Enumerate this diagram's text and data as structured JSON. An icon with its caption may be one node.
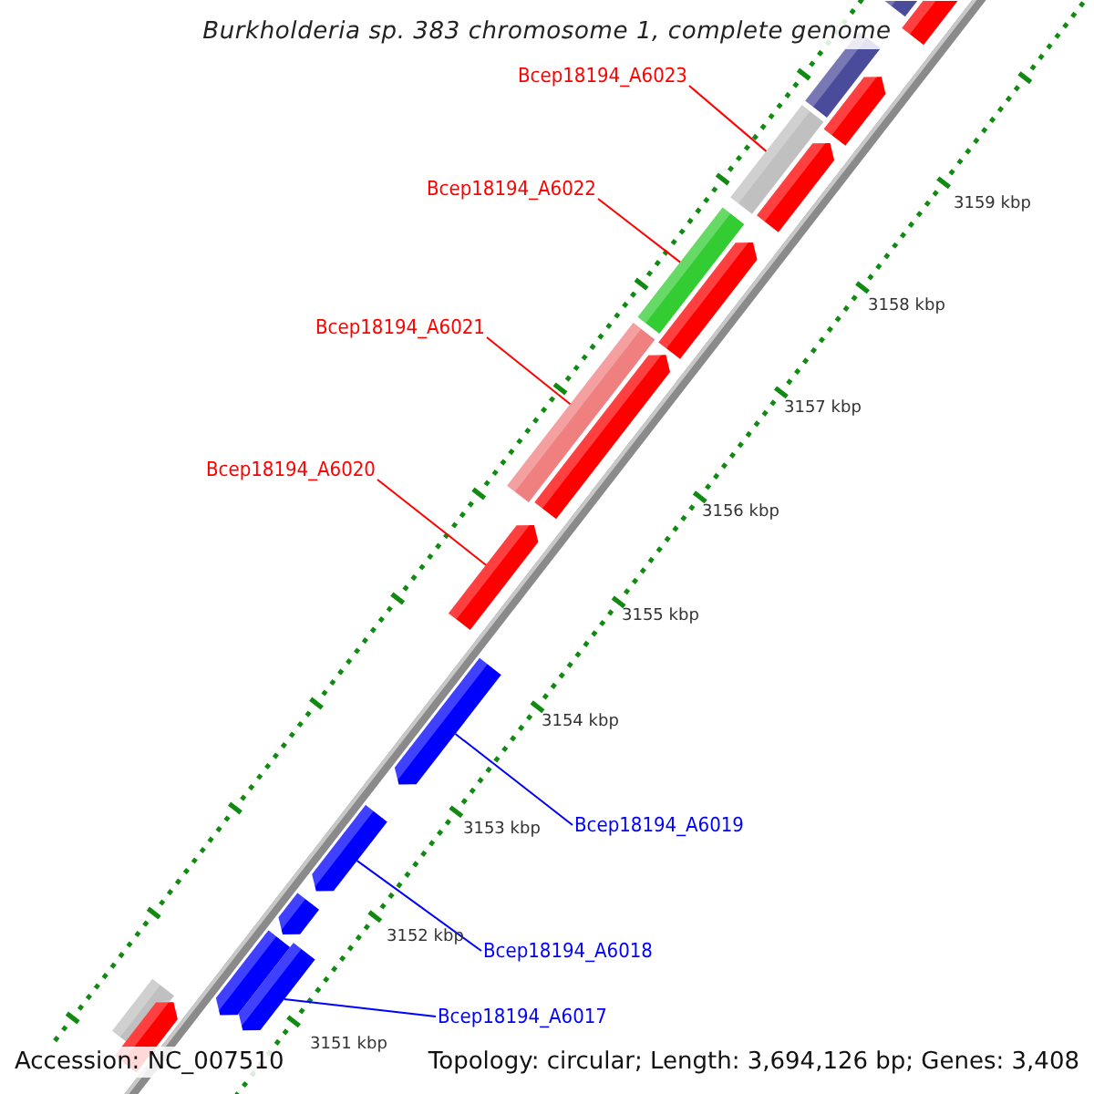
{
  "diagram": {
    "title": "Burkholderia sp. 383 chromosome 1, complete genome",
    "nodes": [
      {
        "text": [
          "Bcep18194_A6023"
        ]
      },
      {
        "text": [
          "Bcep18194_A6022"
        ]
      },
      {
        "text": [
          "Bcep18194_A6021"
        ]
      },
      {
        "text": [
          "Bcep18194_A6020"
        ]
      },
      {
        "text": [
          "Bcep18194_A6019"
        ]
      },
      {
        "text": [
          "Bcep18194_A6018"
        ]
      },
      {
        "text": [
          "Bcep18194_A6017"
        ]
      },
      {
        "text": [],
        "shape": "bar"
      },
      {
        "text": [],
        "shape": "arrow"
      },
      {
        "text": [],
        "shape": "bar"
      },
      {
        "text": [],
        "shape": "arrow"
      },
      {
        "text": [],
        "shape": "bar"
      },
      {
        "text": [],
        "shape": "arrow"
      },
      {
        "text": [],
        "shape": "bar"
      },
      {
        "text": [],
        "shape": "arrow"
      },
      {
        "text": [],
        "shape": "bar"
      },
      {
        "text": [],
        "shape": "arrow"
      },
      {
        "text": [],
        "shape": "arrow"
      },
      {
        "text": [],
        "shape": "arrow"
      },
      {
        "text": [],
        "shape": "arrow"
      },
      {
        "text": [],
        "shape": "arrow"
      },
      {
        "text": [],
        "shape": "arrow"
      },
      {
        "text": [],
        "shape": "arrow"
      },
      {
        "text": [],
        "shape": "bar"
      },
      {
        "text": [],
        "shape": "arrow"
      }
    ],
    "edges": [
      {
        "from": 0,
        "to": 11,
        "arrow": "none"
      },
      {
        "from": 1,
        "to": 13,
        "arrow": "none"
      },
      {
        "from": 2,
        "to": 15,
        "arrow": "none"
      },
      {
        "from": 3,
        "to": 17,
        "arrow": "none"
      },
      {
        "from": 4,
        "to": 18,
        "arrow": "none",
        "color": "#0000ff"
      },
      {
        "from": 5,
        "to": 19,
        "arrow": "none",
        "color": "#0000ff"
      },
      {
        "from": 6,
        "to": 22,
        "arrow": "none",
        "color": "#0000ff"
      }
    ],
    "labels": [
      "3151 kbp",
      "3152 kbp",
      "3153 kbp",
      "3154 kbp",
      "3155 kbp",
      "3156 kbp",
      "3157 kbp",
      "3158 kbp",
      "3159 kbp",
      "Accession: NC_007510",
      "Topology: circular; Length: 3,694,126 bp; Genes: 3,408"
    ]
  }
}
